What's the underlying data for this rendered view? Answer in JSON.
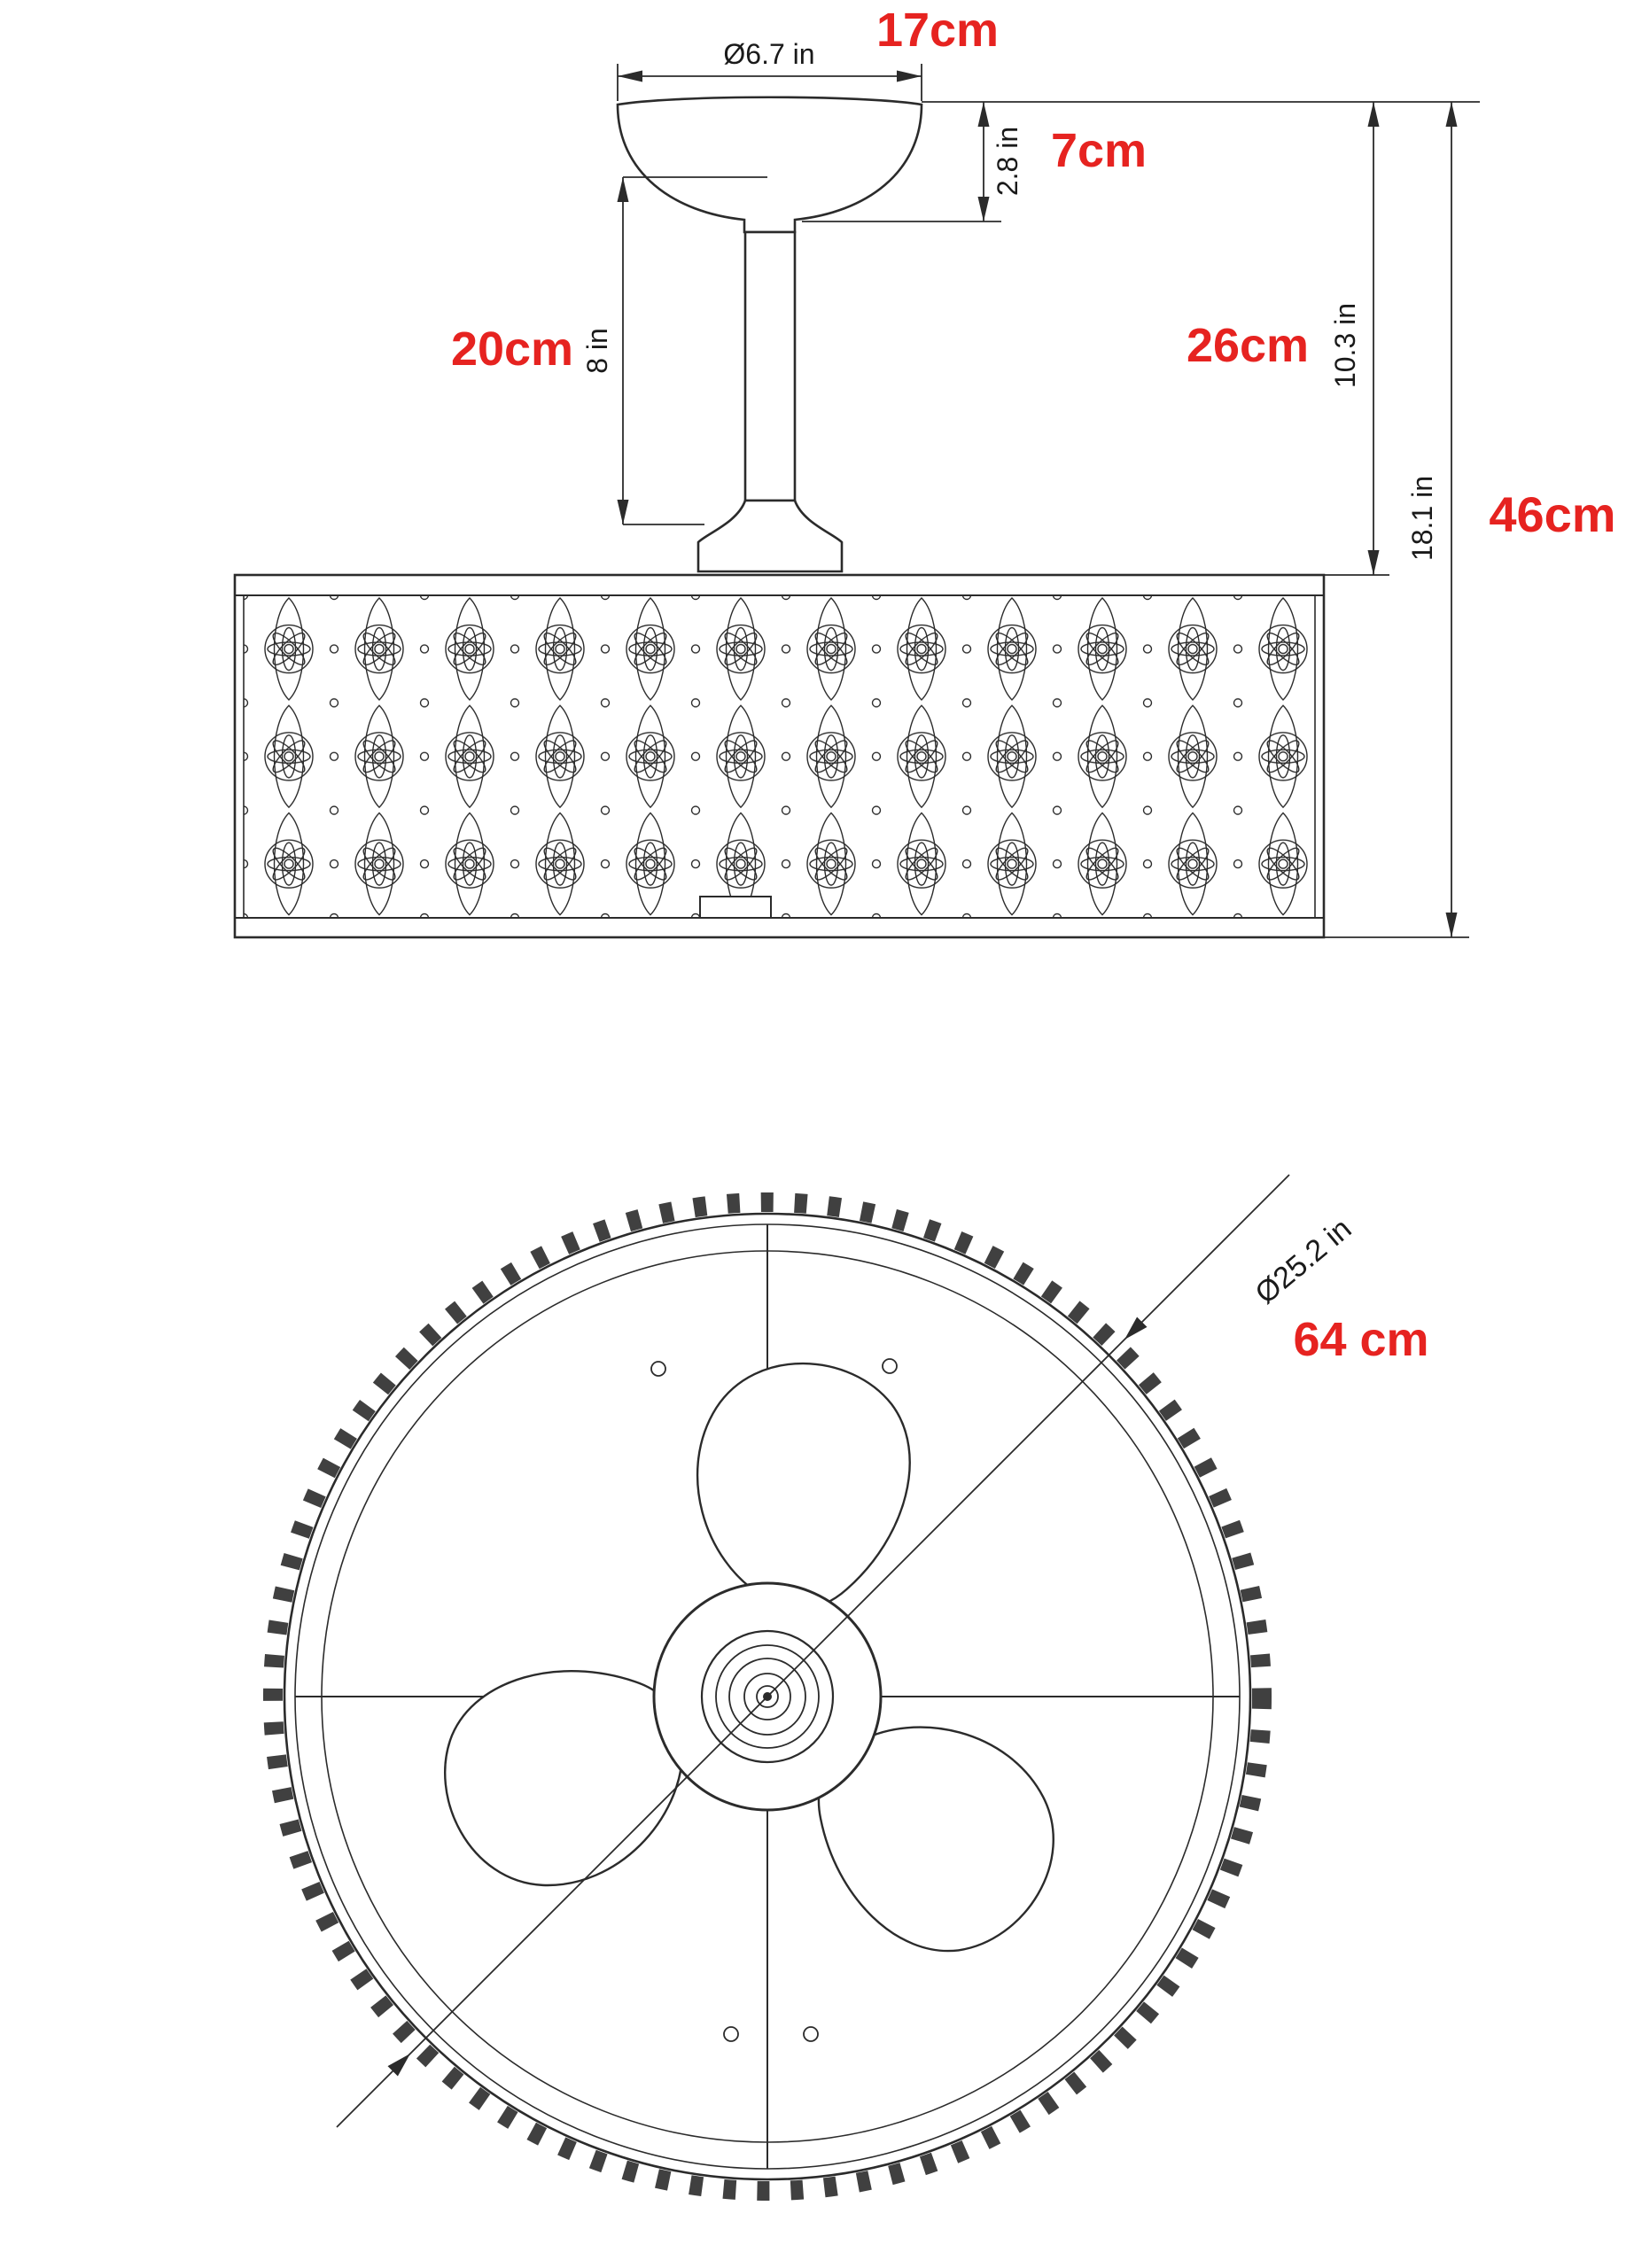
{
  "colors": {
    "red": "#e62320",
    "line": "#2b2b2b",
    "background": "#ffffff"
  },
  "side_view": {
    "canopy_diameter": {
      "in": "Ø6.7 in",
      "cm": "17cm"
    },
    "canopy_height": {
      "in": "2.8 in",
      "cm": "7cm"
    },
    "downrod_length": {
      "in": "8 in",
      "cm": "20cm"
    },
    "upper_height": {
      "in": "10.3 in",
      "cm": "26cm"
    },
    "total_height": {
      "in": "18.1 in",
      "cm": "46cm"
    }
  },
  "bottom_view": {
    "diameter": {
      "in": "Ø25.2 in",
      "cm": "64 cm"
    }
  }
}
